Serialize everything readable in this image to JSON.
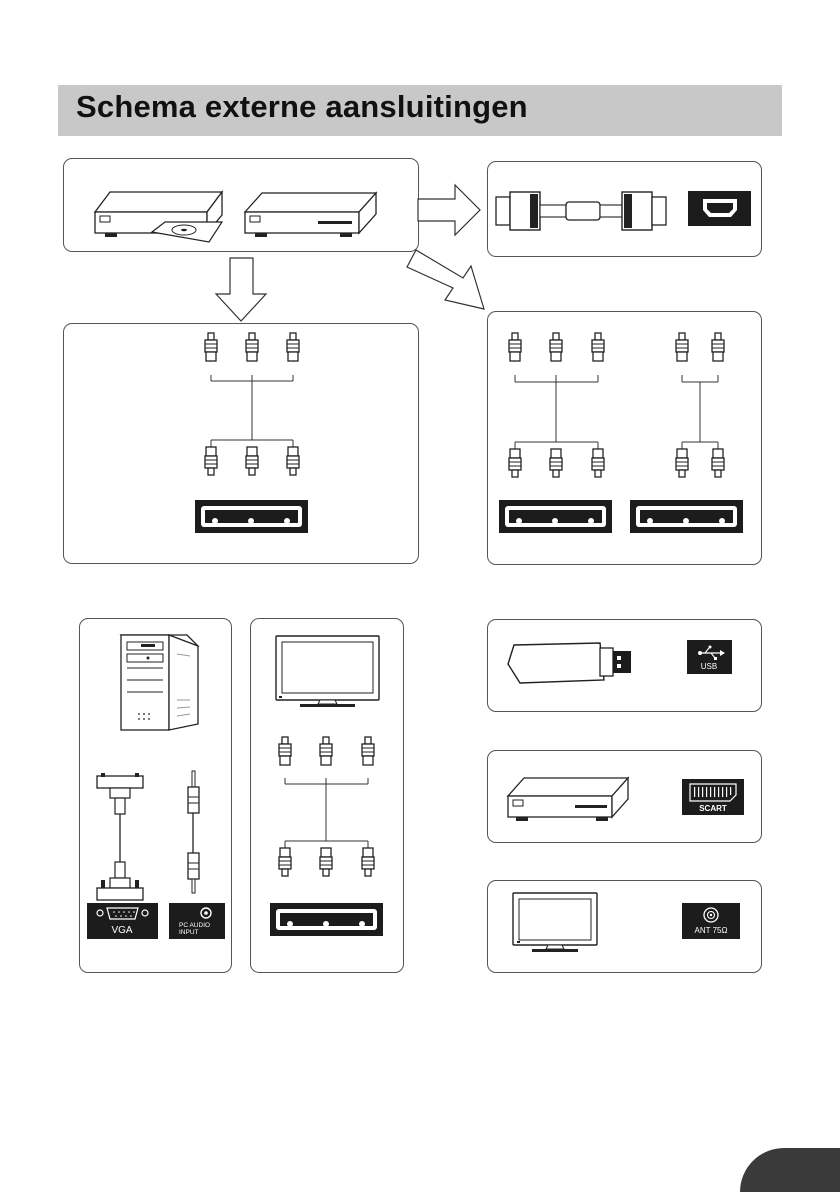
{
  "page": {
    "title": "Schema externe aansluitingen"
  },
  "ports": {
    "vga": "VGA",
    "pc_audio_line1": "PC AUDIO",
    "pc_audio_line2": "INPUT",
    "usb": "USB",
    "scart": "SCART",
    "antenna": "ANT 75Ω"
  },
  "colors": {
    "banner": "#c8c8c8",
    "port_panel": "#1c1c1c",
    "line": "#333333"
  },
  "icons": {
    "dvd_player": "dvd-player-icon",
    "set_top_box": "set-top-box-icon",
    "hdmi_cable": "hdmi-cable-icon",
    "hdmi_port": "hdmi-port-icon",
    "rca_plug": "rca-plug-icon",
    "pc_tower": "pc-tower-icon",
    "monitor": "monitor-icon",
    "usb_stick": "usb-stick-icon",
    "tv": "tv-icon"
  }
}
